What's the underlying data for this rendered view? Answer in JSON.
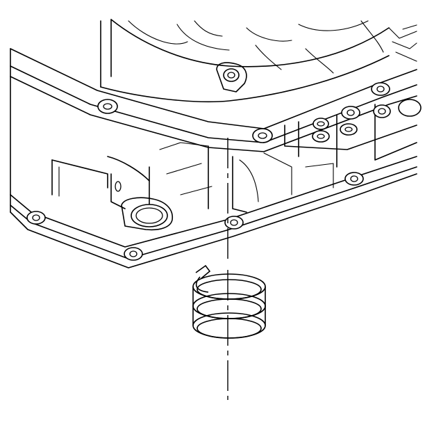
{
  "figure": {
    "parts": [
      {
        "name": "transmission-case",
        "icon": "transmission-case-drawing"
      },
      {
        "name": "spring",
        "icon": "coil-spring-drawing"
      },
      {
        "name": "centerline",
        "icon": "dash-dot-centerline"
      }
    ],
    "line_color": "#000000",
    "background_color": "#ffffff"
  }
}
